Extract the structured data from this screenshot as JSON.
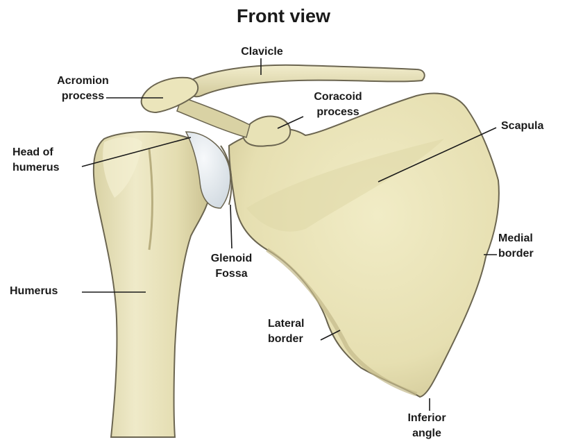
{
  "title": "Front view",
  "labels": {
    "clavicle": "Clavicle",
    "acromion": [
      "Acromion",
      "process"
    ],
    "coracoid": [
      "Coracoid",
      "process"
    ],
    "scapula": "Scapula",
    "head_of_humerus": [
      "Head of",
      "humerus"
    ],
    "glenoid": [
      "Glenoid",
      "Fossa"
    ],
    "medial_border": [
      "Medial",
      "border"
    ],
    "humerus": "Humerus",
    "lateral_border": [
      "Lateral",
      "border"
    ],
    "inferior_angle": [
      "Inferior",
      "angle"
    ]
  },
  "colors": {
    "bone": "#ece7bd",
    "bone_shade": "#c9c195",
    "bone_outline": "#6b6550",
    "cartilage": "#e6edf3",
    "leader": "#1a1a1a"
  }
}
